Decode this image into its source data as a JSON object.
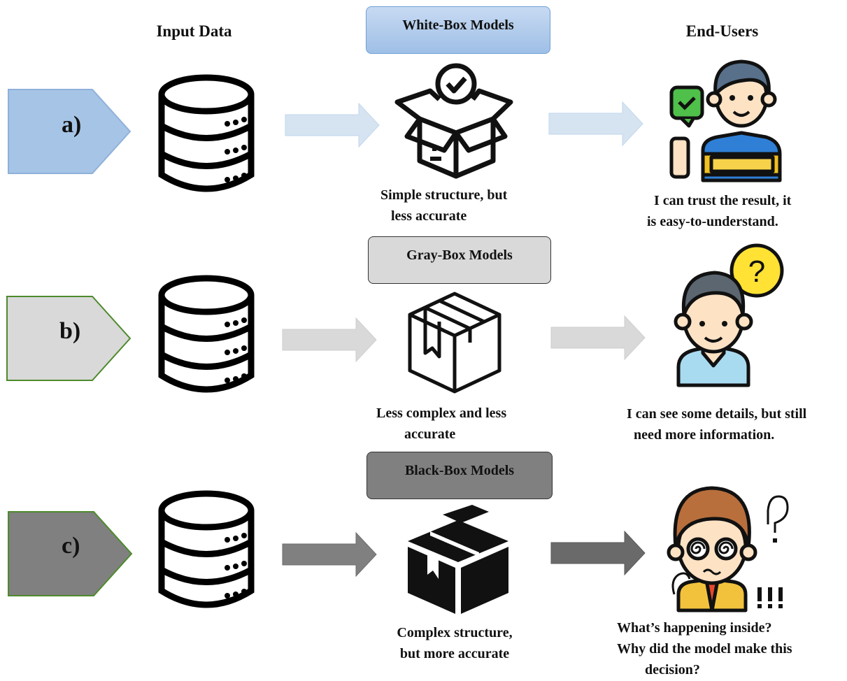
{
  "headers": {
    "input": "Input Data",
    "end_users": "End-Users"
  },
  "rows": [
    {
      "label": "a)",
      "model": "White-Box Models",
      "caption": "Simple structure, but\n   less accurate",
      "user_caption": "  I can trust the result, it\nis easy-to-understand.",
      "colors": {
        "tag_fill": "#a6c4e6",
        "tag_stroke": "#8fb1da",
        "arrow": "#d6e4f2",
        "box_fill": "#b7d0ee",
        "box_stroke": "#6f9fd6"
      }
    },
    {
      "label": "b)",
      "model": "Gray-Box Models",
      "caption": "Less complex and less\n        accurate",
      "user_caption": "I can see some details, but still\n  need more information.",
      "colors": {
        "tag_fill": "#d9d9d9",
        "tag_stroke": "#4e8a2c",
        "arrow": "#d9d9d9",
        "box_fill": "#d9d9d9",
        "box_stroke": "#333333"
      }
    },
    {
      "label": "c)",
      "model": "Black-Box Models",
      "caption": "Complex structure,\nbut more accurate",
      "user_caption": "What’s happening inside?\nWhy did the model make this\n        decision?",
      "colors": {
        "tag_fill": "#808080",
        "tag_stroke": "#4e8a2c",
        "arrow": "#808080",
        "box_fill": "#808080",
        "box_stroke": "#333333"
      }
    }
  ]
}
